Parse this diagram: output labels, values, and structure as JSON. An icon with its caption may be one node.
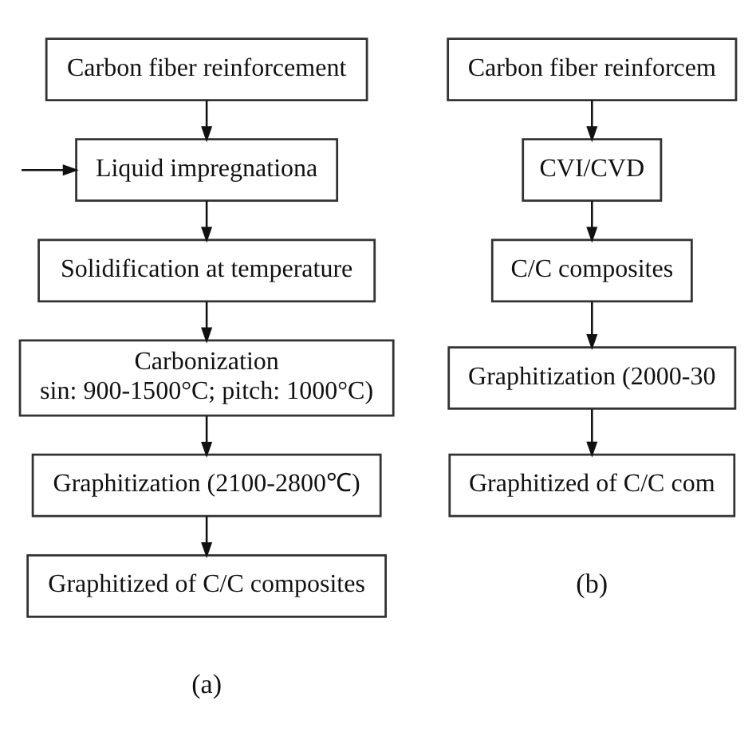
{
  "diagram": {
    "nodes": [
      {
        "text": [
          "Carbon fiber reinforcement"
        ]
      },
      {
        "text": [
          "Liquid impregnationa"
        ]
      },
      {
        "text": [
          "Solidification at temperature"
        ]
      },
      {
        "text": [
          "Carbonization",
          "sin: 900-1500°C; pitch: 1000°C)"
        ]
      },
      {
        "text": [
          "Graphitization (2100-2800℃)"
        ]
      },
      {
        "text": [
          "Graphitized of C/C composites"
        ]
      },
      {
        "text": [
          "Carbon fiber reinforcem"
        ]
      },
      {
        "text": [
          "CVI/CVD"
        ]
      },
      {
        "text": [
          "C/C composites"
        ]
      },
      {
        "text": [
          "Graphitization (2000-30"
        ]
      },
      {
        "text": [
          "Graphitized of C/C com"
        ]
      }
    ],
    "edges": [
      {
        "from": 0,
        "to": 1,
        "arrow": "to"
      },
      {
        "from": null,
        "to": 1,
        "arrow": "to"
      },
      {
        "from": 1,
        "to": 2,
        "arrow": "to"
      },
      {
        "from": 2,
        "to": 3,
        "arrow": "to"
      },
      {
        "from": 3,
        "to": 4,
        "arrow": "to"
      },
      {
        "from": 4,
        "to": 5,
        "arrow": "to"
      },
      {
        "from": 6,
        "to": 7,
        "arrow": "to"
      },
      {
        "from": 7,
        "to": 8,
        "arrow": "to"
      },
      {
        "from": 8,
        "to": 9,
        "arrow": "to"
      },
      {
        "from": 9,
        "to": 10,
        "arrow": "to"
      }
    ],
    "labels": [
      "(a)",
      "(b)"
    ]
  }
}
